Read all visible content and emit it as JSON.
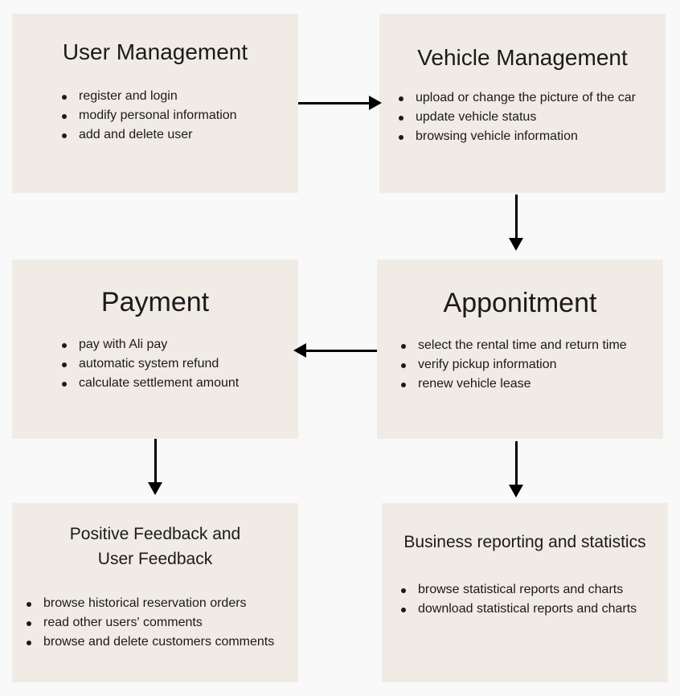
{
  "boxes": {
    "user_management": {
      "title": "User Management",
      "items": [
        "register and login",
        "modify personal information",
        "add and delete user"
      ]
    },
    "vehicle_management": {
      "title": "Vehicle Management",
      "items": [
        "upload or change the picture of the car",
        "update vehicle status",
        "browsing vehicle information"
      ]
    },
    "payment": {
      "title": "Payment",
      "items": [
        "pay with Ali pay",
        "automatic system refund",
        "calculate settlement amount"
      ]
    },
    "appointment": {
      "title": "Apponitment",
      "items": [
        "select the rental time and return time",
        "verify pickup information",
        "renew vehicle lease"
      ]
    },
    "feedback": {
      "title_line1": "Positive Feedback and",
      "title_line2": "User Feedback",
      "items": [
        "browse historical reservation orders",
        "read other users' comments",
        "browse and delete customers comments"
      ]
    },
    "reporting": {
      "title": "Business reporting and statistics",
      "items": [
        "browse statistical reports and charts",
        "download statistical reports and charts"
      ]
    }
  }
}
